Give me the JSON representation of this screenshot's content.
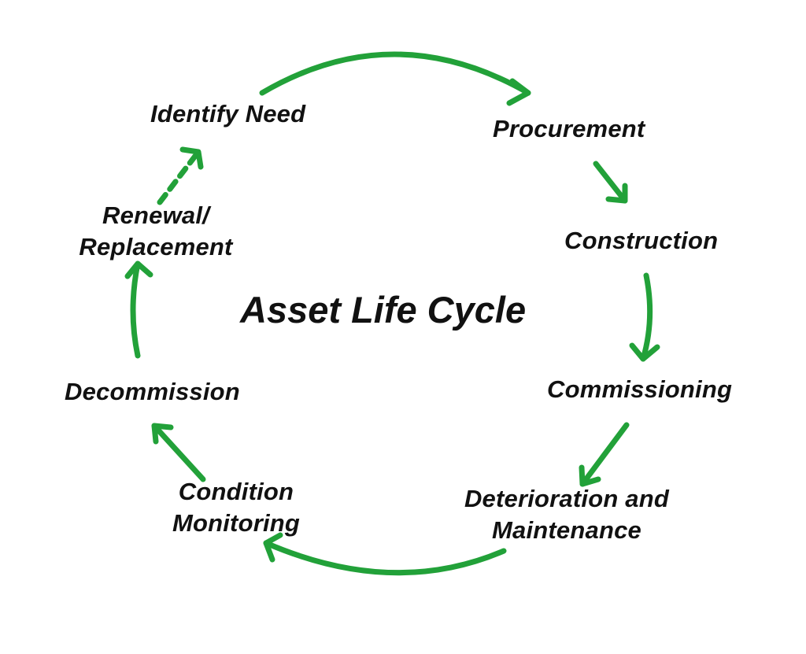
{
  "diagram": {
    "title": "Asset Life Cycle",
    "accent_color": "#22a139",
    "stages": [
      {
        "id": "identify-need",
        "lines": [
          "Identify Need"
        ]
      },
      {
        "id": "procurement",
        "lines": [
          "Procurement"
        ]
      },
      {
        "id": "construction",
        "lines": [
          "Construction"
        ]
      },
      {
        "id": "commissioning",
        "lines": [
          "Commissioning"
        ]
      },
      {
        "id": "deterioration-maintenance",
        "lines": [
          "Deterioration and",
          "Maintenance"
        ]
      },
      {
        "id": "condition-monitoring",
        "lines": [
          "Condition",
          "Monitoring"
        ]
      },
      {
        "id": "decommission",
        "lines": [
          "Decommission"
        ]
      },
      {
        "id": "renewal-replacement",
        "lines": [
          "Renewal/",
          "Replacement"
        ]
      }
    ],
    "arrows": [
      {
        "from": "identify-need",
        "to": "procurement",
        "style": "solid"
      },
      {
        "from": "procurement",
        "to": "construction",
        "style": "solid"
      },
      {
        "from": "construction",
        "to": "commissioning",
        "style": "solid"
      },
      {
        "from": "commissioning",
        "to": "deterioration-maintenance",
        "style": "solid"
      },
      {
        "from": "deterioration-maintenance",
        "to": "condition-monitoring",
        "style": "solid"
      },
      {
        "from": "condition-monitoring",
        "to": "decommission",
        "style": "solid"
      },
      {
        "from": "decommission",
        "to": "renewal-replacement",
        "style": "solid"
      },
      {
        "from": "renewal-replacement",
        "to": "identify-need",
        "style": "dashed"
      }
    ]
  }
}
